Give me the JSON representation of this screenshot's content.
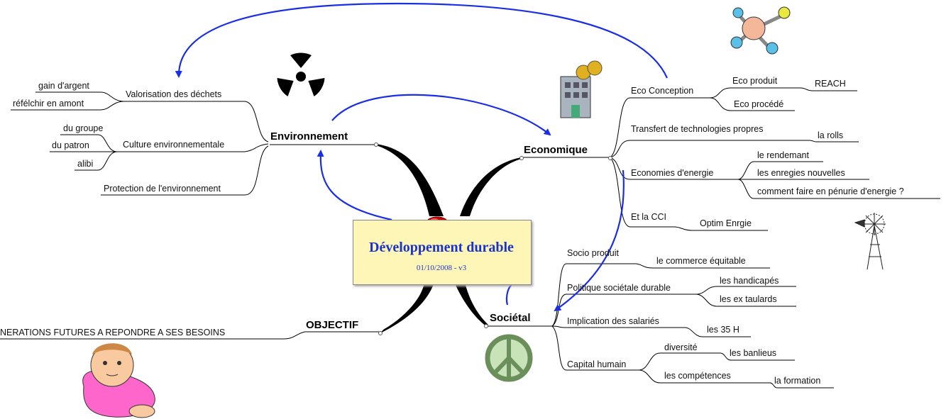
{
  "central": {
    "title": "Développement durable",
    "date": "01/10/2008 - v3"
  },
  "branches": {
    "environnement": "Environnement",
    "economique": "Economique",
    "societal": "Sociétal",
    "objectif": "OBJECTIF"
  },
  "env": {
    "valorisation": "Valorisation des déchets",
    "gain": "gain d'argent",
    "reflechir": "réfélchir en amont",
    "culture": "Culture environnementale",
    "groupe": "du groupe",
    "patron": "du patron",
    "alibi": "alibi",
    "protection": "Protection de l'environnement"
  },
  "eco": {
    "conception": "Eco Conception",
    "produit": "Eco produit",
    "reach": "REACH",
    "procede": "Eco procédé",
    "transfert": "Transfert de technologies propres",
    "rolls": "la rolls",
    "economies": "Economies d'energie",
    "rendemant": "le rendemant",
    "nouvelles": "les enregies nouvelles",
    "penurie": "comment faire en pénurie d'energie ?",
    "cci": "Et la CCI",
    "optim": "Optim Enrgie"
  },
  "soc": {
    "socio": "Socio produit",
    "commerce": "le commerce équitable",
    "politique": "Politique sociétale durable",
    "handicapes": "les handicapés",
    "taulards": "les ex taulards",
    "implication": "Implication des salariés",
    "h35": "les 35 H",
    "capital": "Capital humain",
    "diversite": "diversité",
    "banlieus": "les banlieus",
    "competences": "les compétences",
    "formation": "la formation"
  },
  "objectif": {
    "text": "NERATIONS FUTURES A REPONDRE A SES BESOINS"
  },
  "colors": {
    "arrow": "#1a2ee6",
    "title": "#1a33cc",
    "note": "#fdf6b6"
  }
}
